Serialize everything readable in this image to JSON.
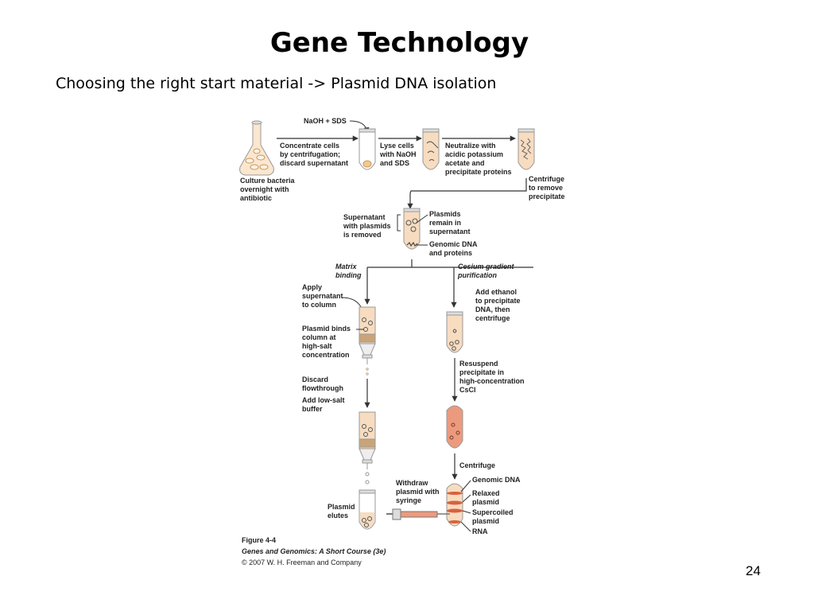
{
  "slide": {
    "title": "Gene Technology",
    "subtitle": "Choosing the right start material -> Plasmid DNA isolation",
    "page_number": "24"
  },
  "figure": {
    "top": {
      "reagent": "NaOH + SDS",
      "culture": [
        "Culture bacteria",
        "overnight with",
        "antibiotic"
      ],
      "concentrate": [
        "Concentrate cells",
        "by centrifugation;",
        "discard supernatant"
      ],
      "lyse": [
        "Lyse cells",
        "with NaOH",
        "and SDS"
      ],
      "neutralize": [
        "Neutralize with",
        "acidic potassium",
        "acetate and",
        "precipitate proteins"
      ],
      "centrifuge_remove": [
        "Centrifuge",
        "to remove",
        "precipitate"
      ]
    },
    "middle": {
      "supernatant_removed": [
        "Supernatant",
        "with plasmids",
        "is removed"
      ],
      "plasmids_remain": [
        "Plasmids",
        "remain in",
        "supernatant"
      ],
      "genomic_pellet": [
        "Genomic DNA",
        "and proteins"
      ]
    },
    "left_branch": {
      "header": [
        "Matrix",
        "binding"
      ],
      "apply": [
        "Apply",
        "supernatant",
        "to column"
      ],
      "binds": [
        "Plasmid binds",
        "column at",
        "high-salt",
        "concentration"
      ],
      "discard": [
        "Discard",
        "flowthrough"
      ],
      "add_buffer": [
        "Add low-salt",
        "buffer"
      ],
      "elutes": [
        "Plasmid",
        "elutes"
      ]
    },
    "right_branch": {
      "header": [
        "Cesium gradient",
        "purification"
      ],
      "ethanol": [
        "Add ethanol",
        "to precipitate",
        "DNA, then",
        "centrifuge"
      ],
      "resuspend": [
        "Resuspend",
        "precipitate in",
        "high-concentration",
        "CsCl"
      ],
      "centrifuge": "Centrifuge",
      "withdraw": [
        "Withdraw",
        "plasmid with",
        "syringe"
      ],
      "bands": {
        "genomic": "Genomic DNA",
        "relaxed": [
          "Relaxed",
          "plasmid"
        ],
        "supercoiled": [
          "Supercoiled",
          "plasmid"
        ],
        "rna": "RNA"
      }
    },
    "caption": {
      "figure_no": "Figure 4-4",
      "book": "Genes and Genomics: A Short Course (3e)",
      "copyright": "© 2007 W. H. Freeman and Company"
    },
    "colors": {
      "tube_fill": "#f7dcc0",
      "tube_outline": "#9a9a9a",
      "cell_color": "#c99555",
      "band_color": "#d9603f",
      "cscl_fill": "#ec9a7e",
      "arrow": "#333333"
    }
  }
}
